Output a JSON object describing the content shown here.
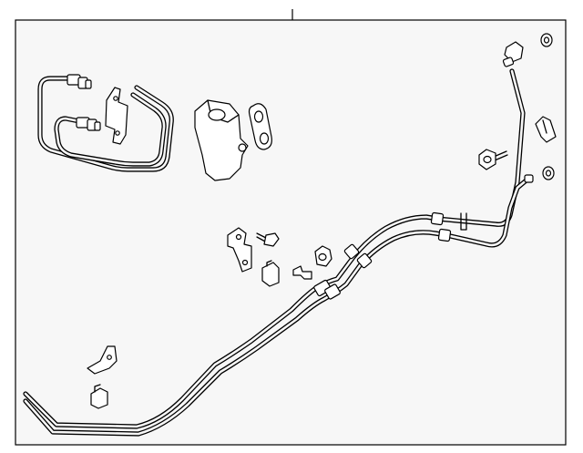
{
  "figure": {
    "frame_background": "#f7f7f7",
    "line_color": "#000000",
    "components": [
      "bent-tube-assembly",
      "inline-fitting",
      "clamp-bracket",
      "cooler-valve-block",
      "gasket",
      "mounting-bracket",
      "bolt",
      "retaining-clip",
      "nut",
      "small-clip",
      "front-bracket",
      "push-clip",
      "main-cooler-line-assembly",
      "right-clip",
      "right-bolt",
      "washer-top",
      "washer-right"
    ]
  }
}
